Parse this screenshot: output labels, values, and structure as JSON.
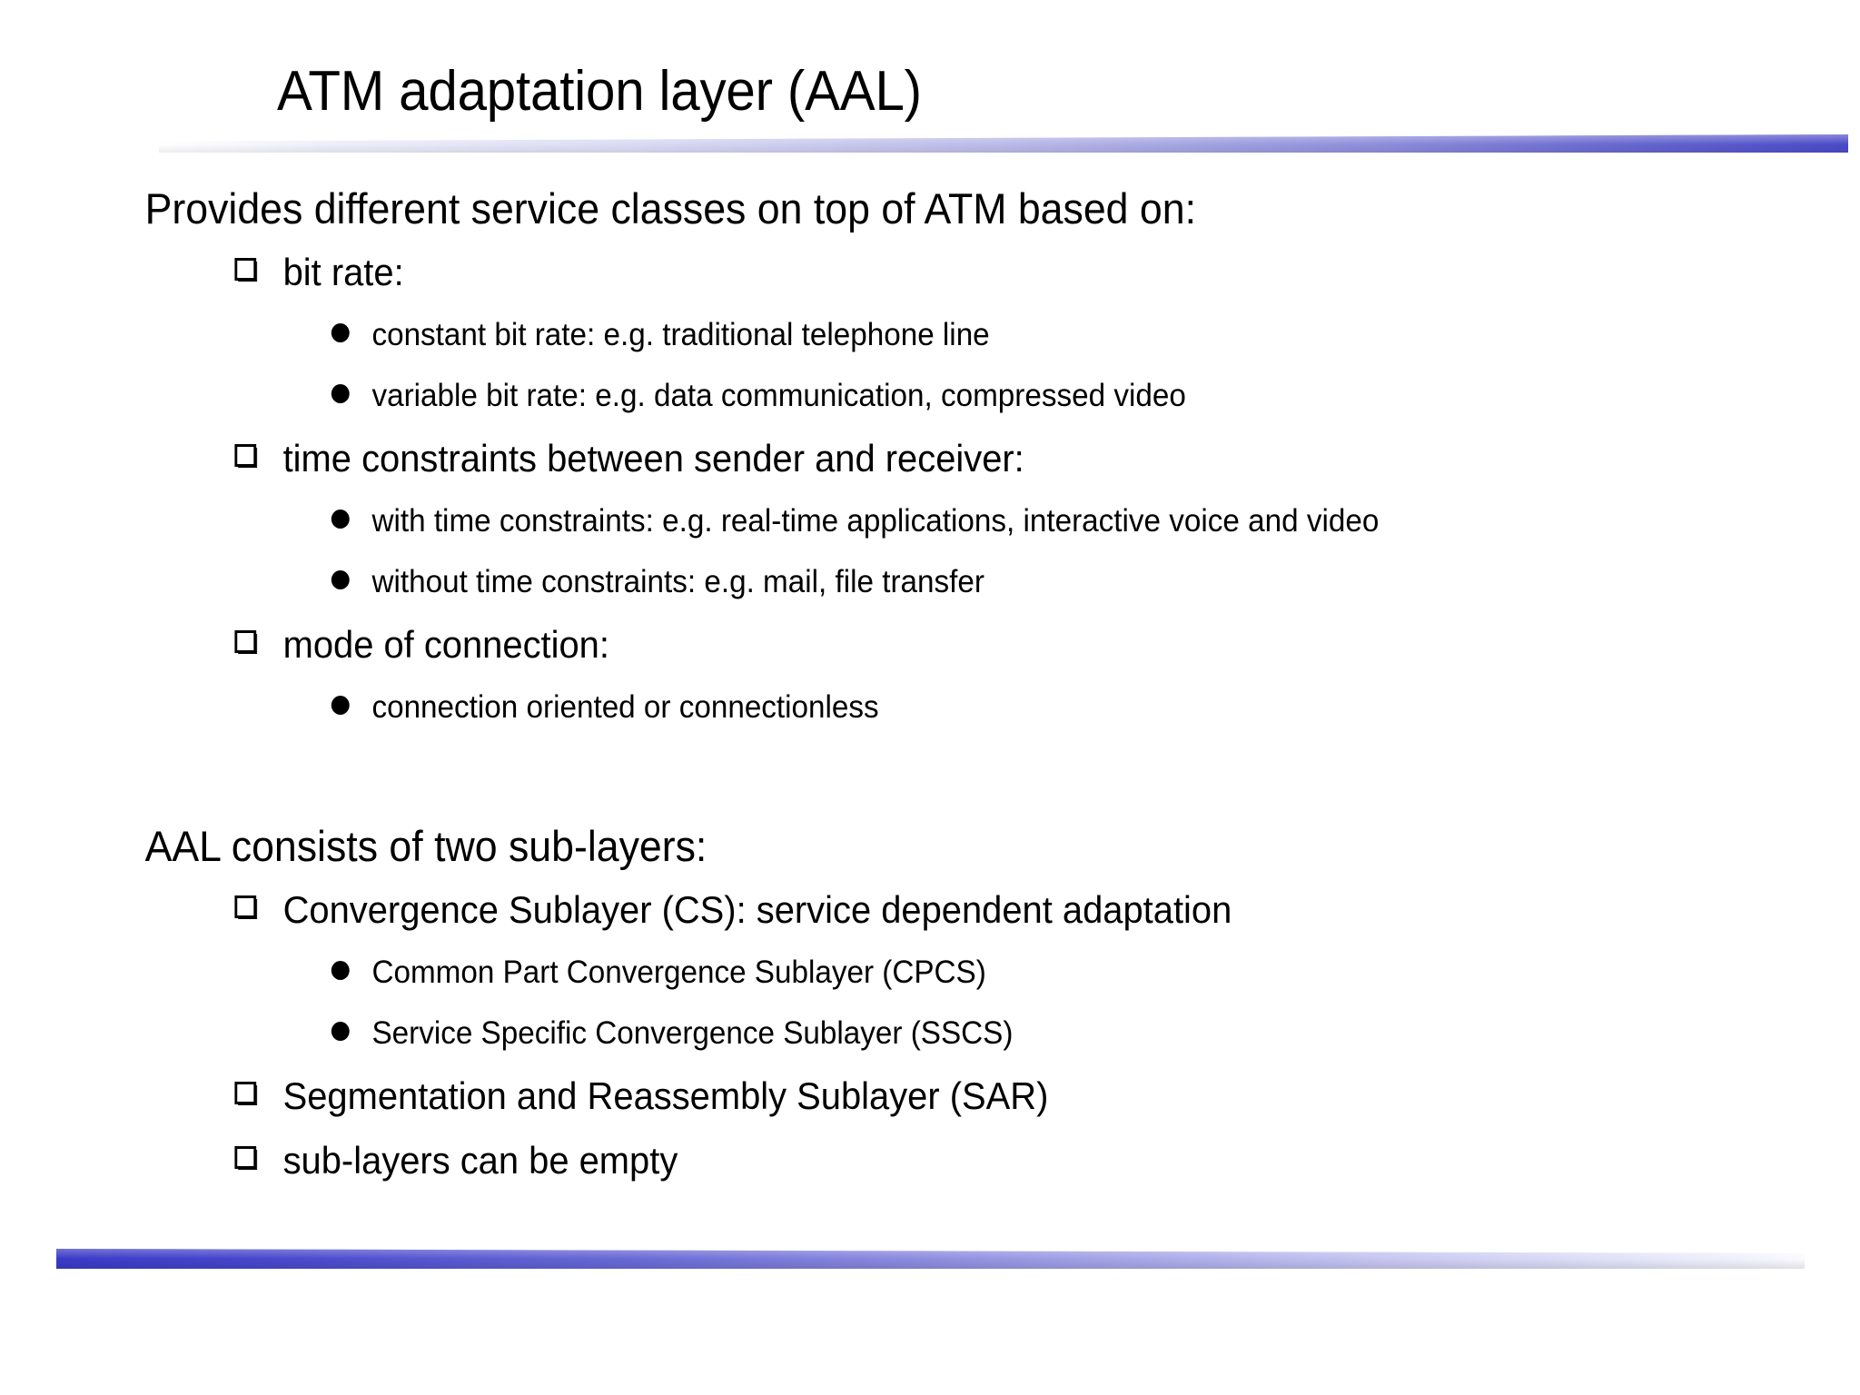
{
  "slide": {
    "title": "ATM adaptation layer (AAL)",
    "accent_color_dark": "#3a3ac8",
    "accent_color_light": "#ffffff",
    "text_color": "#000000",
    "background_color": "#ffffff"
  },
  "decor": {
    "top_rule_name": "title-underline-gradient-bar",
    "bottom_rule_name": "footer-gradient-bar"
  },
  "sections": [
    {
      "heading": "Provides different service classes on top of ATM based on:",
      "items": [
        {
          "label": "bit rate:",
          "subitems": [
            "constant bit rate: e.g. traditional telephone line",
            "variable bit rate: e.g. data communication, compressed video"
          ]
        },
        {
          "label": "time constraints between sender and receiver:",
          "subitems": [
            "with time constraints: e.g. real-time applications, interactive voice and video",
            "without time constraints: e.g. mail, file transfer"
          ]
        },
        {
          "label": "mode of connection:",
          "subitems": [
            "connection oriented or connectionless"
          ]
        }
      ]
    },
    {
      "heading": "AAL consists of two sub-layers:",
      "items": [
        {
          "label": "Convergence Sublayer (CS): service dependent adaptation",
          "subitems": [
            "Common Part Convergence Sublayer (CPCS)",
            "Service Specific Convergence Sublayer (SSCS)"
          ]
        },
        {
          "label": "Segmentation and Reassembly Sublayer (SAR)",
          "subitems": []
        },
        {
          "label": "sub-layers can be empty",
          "subitems": []
        }
      ]
    }
  ]
}
